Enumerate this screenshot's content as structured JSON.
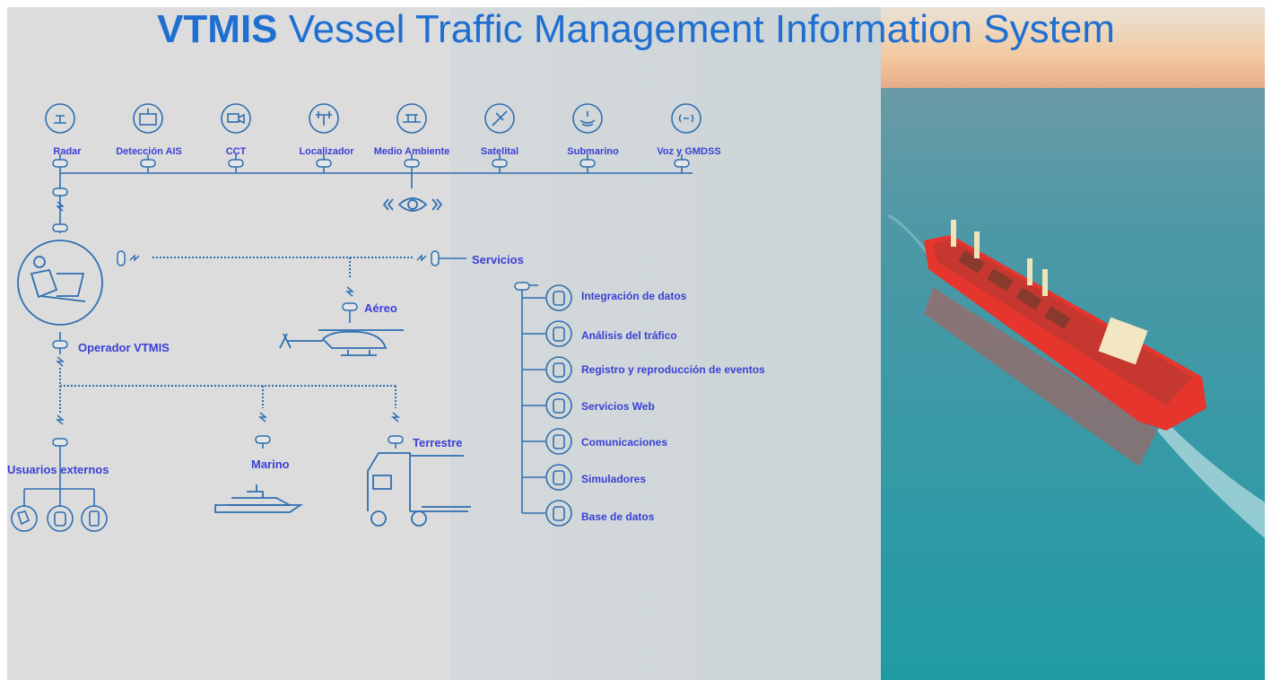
{
  "title": {
    "brand": "VTMIS",
    "text": "Vessel Traffic Management Information System"
  },
  "sensors": [
    {
      "label": "Radar",
      "icon": "radar-icon"
    },
    {
      "label": "Detección AIS",
      "icon": "ais-icon"
    },
    {
      "label": "CCT",
      "icon": "camera-icon"
    },
    {
      "label": "Localizador",
      "icon": "antenna-icon"
    },
    {
      "label": "Medio Ambiente",
      "icon": "weather-station-icon"
    },
    {
      "label": "Satelital",
      "icon": "satellite-icon"
    },
    {
      "label": "Submarino",
      "icon": "sonar-icon"
    },
    {
      "label": "Voz y GMDSS",
      "icon": "radio-icon"
    }
  ],
  "operator": {
    "label": "Operador VTMIS"
  },
  "links": {
    "servicios": "Servicios",
    "aereo": "Aéreo",
    "marino": "Marino",
    "terrestre": "Terrestre",
    "usuarios": "Usuarios externos"
  },
  "services": [
    {
      "label": "Integración de datos"
    },
    {
      "label": "Análisis del tráfico"
    },
    {
      "label": "Registro y reproducción de eventos"
    },
    {
      "label": "Servicios Web"
    },
    {
      "label": "Comunicaciones"
    },
    {
      "label": "Simuladores"
    },
    {
      "label": "Base de datos"
    }
  ],
  "colors": {
    "title": "#1f6fd1",
    "label": "#3a3fd6",
    "line": "#2f6fb0",
    "panel": "#dfe0e1",
    "sea": "#3aa3ad",
    "hull": "#e8382f"
  }
}
